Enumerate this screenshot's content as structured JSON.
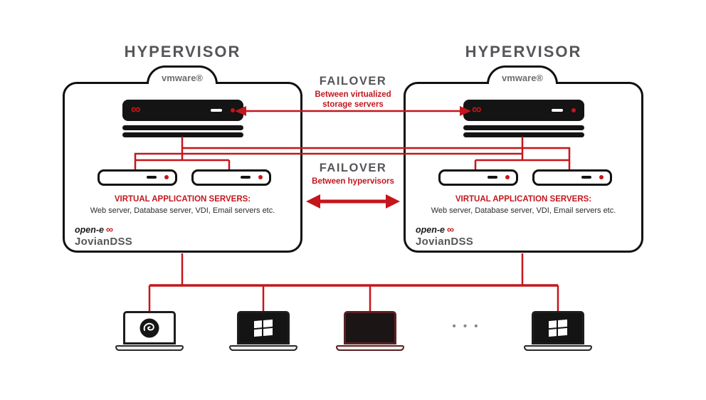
{
  "hypervisors": [
    {
      "title": "HYPERVISOR",
      "vendor": "vmware®",
      "app_heading": "VIRTUAL APPLICATION SERVERS:",
      "app_desc": "Web server, Database server, VDI, Email servers etc.",
      "brand": "open-e",
      "product": "JovianDSS"
    },
    {
      "title": "HYPERVISOR",
      "vendor": "vmware®",
      "app_heading": "VIRTUAL APPLICATION SERVERS:",
      "app_desc": "Web server, Database server, VDI, Email servers etc.",
      "brand": "open-e",
      "product": "JovianDSS"
    }
  ],
  "failover_storage": {
    "title": "FAILOVER",
    "subtitle": "Between virtualized storage servers"
  },
  "failover_hypervisors": {
    "title": "FAILOVER",
    "subtitle": "Between hypervisors"
  },
  "clients": {
    "ellipsis": "• • •"
  },
  "icons": {
    "infinity": "∞"
  },
  "colors": {
    "red": "#c4161c",
    "gray": "#55565a",
    "black": "#141414"
  }
}
